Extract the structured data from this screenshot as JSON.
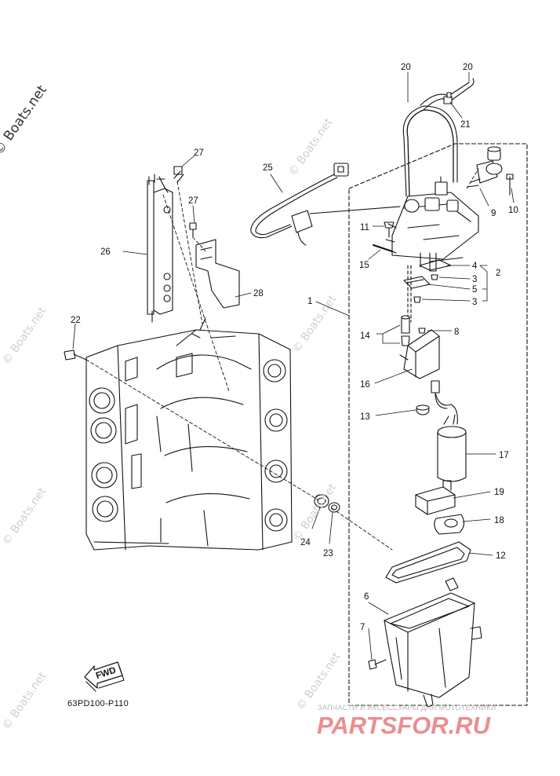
{
  "diagram": {
    "page_code": "63PD100-P110",
    "fwd_label": "FWD",
    "watermark": "© Boats.net",
    "brand_tagline": "ЗАПЧАСТИ И АКСЕССУАРЫ ДЛЯ МОТОТЕХНИКИ",
    "brand_logo": "PARTSFOR.RU",
    "callouts": [
      "20",
      "20",
      "21",
      "27",
      "25",
      "27",
      "9",
      "10",
      "11",
      "2",
      "4",
      "3",
      "26",
      "15",
      "5",
      "3",
      "28",
      "1",
      "3",
      "22",
      "14",
      "8",
      "16",
      "13",
      "17",
      "19",
      "18",
      "24",
      "23",
      "12",
      "6",
      "7"
    ]
  }
}
